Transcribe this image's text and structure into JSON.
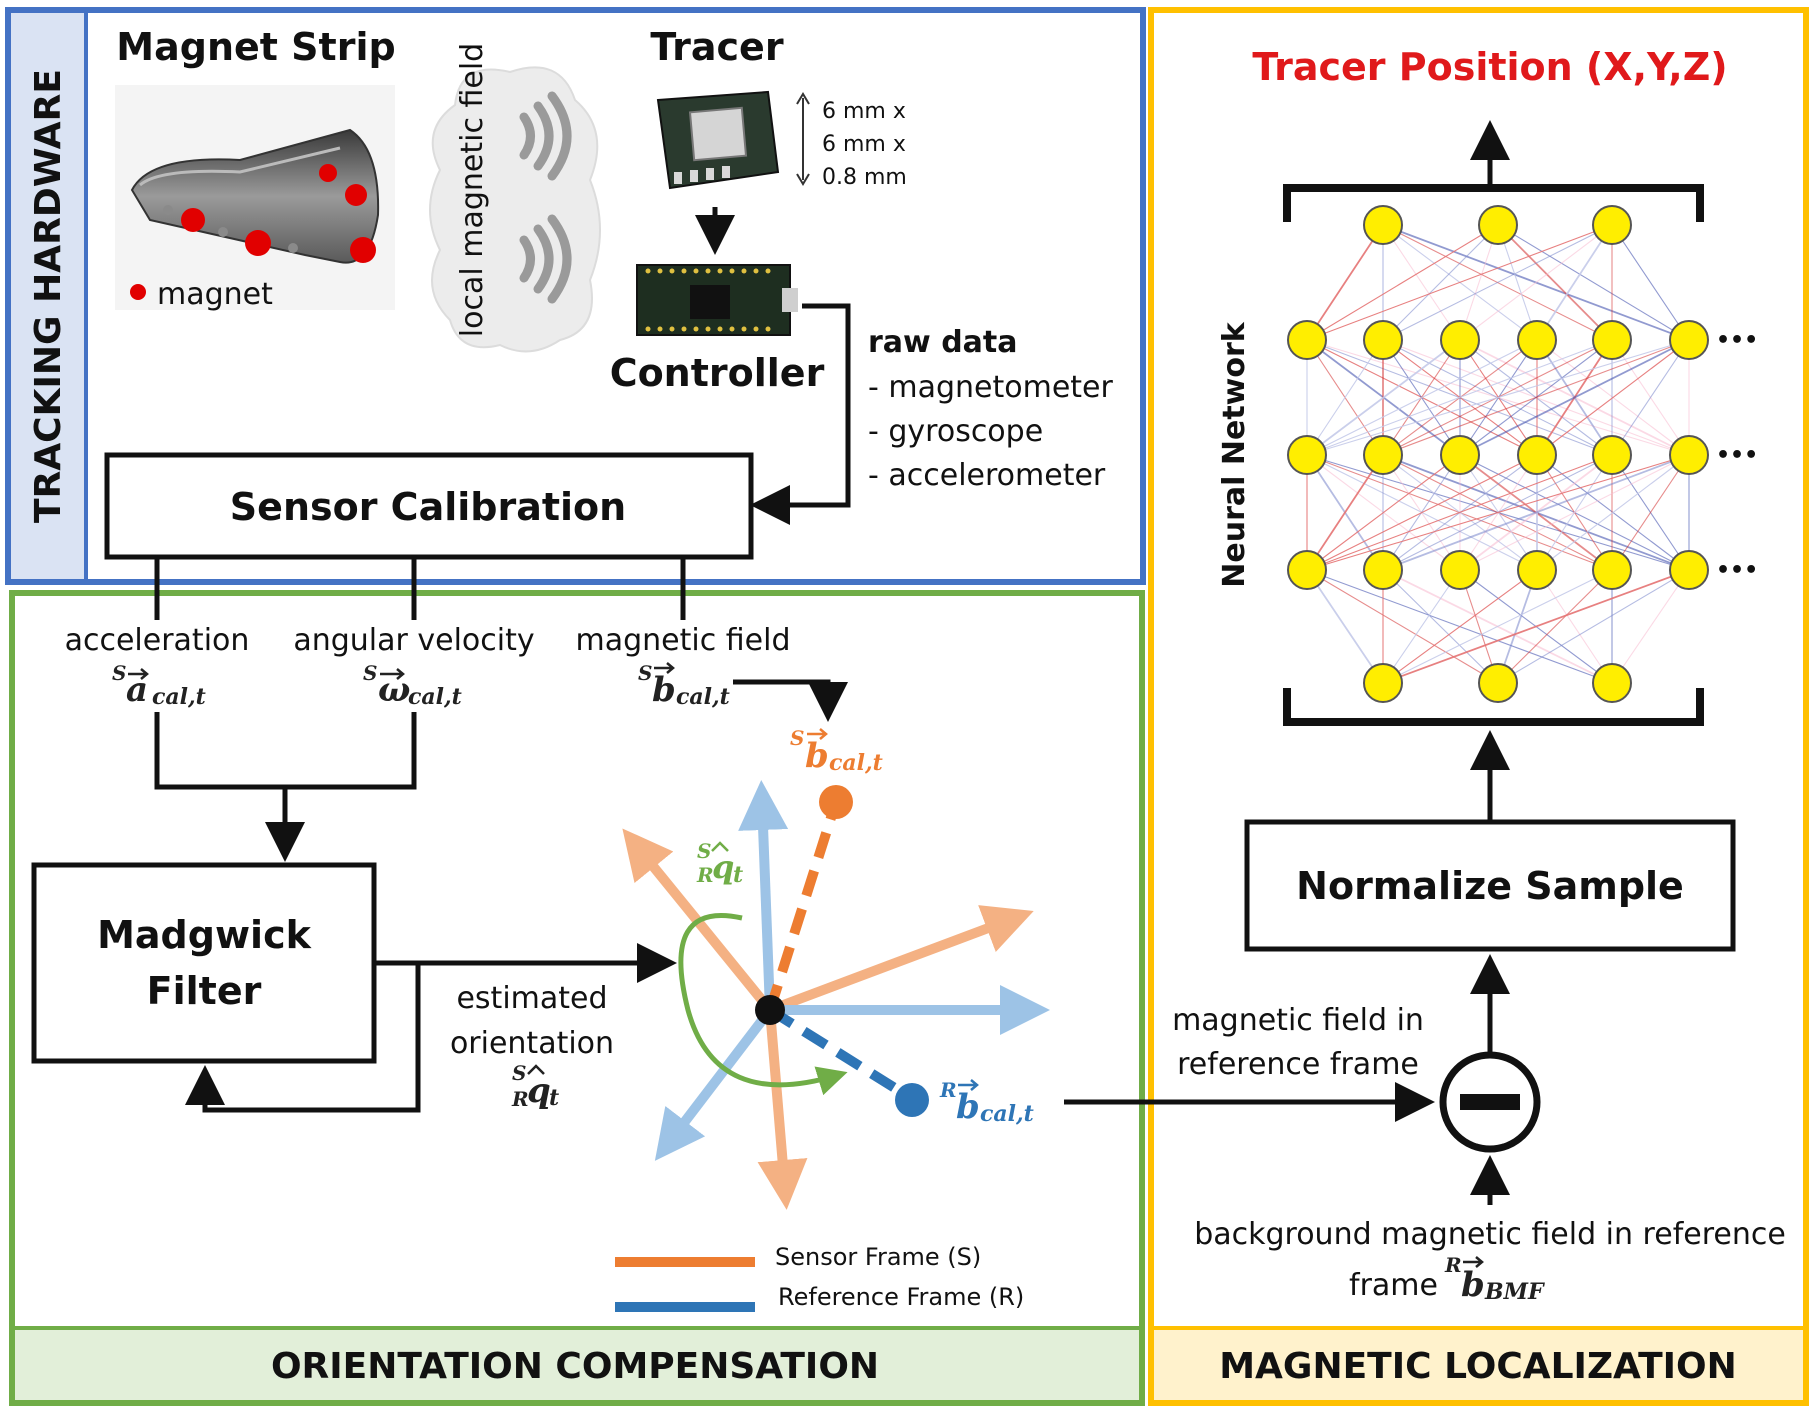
{
  "sections": {
    "tracking_hardware": "TRACKING HARDWARE",
    "orientation_compensation": "ORIENTATION COMPENSATION",
    "magnetic_localization": "MAGNETIC LOCALIZATION"
  },
  "hardware": {
    "magnet_strip_title": "Magnet Strip",
    "magnet_legend": "magnet",
    "local_field_label": "local magnetic field",
    "tracer_title": "Tracer",
    "tracer_dims": [
      "6 mm x",
      "6 mm x",
      "0.8 mm"
    ],
    "controller_label": "Controller",
    "raw_data_title": "raw data",
    "raw_data_items": [
      "- magnetometer",
      "- gyroscope",
      "- accelerometer"
    ],
    "sensor_calibration": "Sensor Calibration"
  },
  "orientation": {
    "acceleration_label": "acceleration",
    "acceleration_symbol": "S a cal,t",
    "angular_velocity_label": "angular velocity",
    "angular_velocity_symbol": "S ω cal,t",
    "magnetic_field_label": "magnetic field",
    "magnetic_field_symbol": "S b cal,t",
    "madgwick_line1": "Madgwick",
    "madgwick_line2": "Filter",
    "estimated_line1": "estimated",
    "estimated_line2": "orientation",
    "quaternion_symbol": "S R q t",
    "sensor_b_symbol": "S b cal,t",
    "reference_b_symbol": "R b cal,t",
    "frame_quaternion_symbol": "S R q t",
    "legend_sensor": "Sensor Frame (S)",
    "legend_reference": "Reference Frame (R)"
  },
  "localization": {
    "output_title": "Tracer Position (X,Y,Z)",
    "nn_label": "Neural Network",
    "ellipsis": "•••",
    "normalize": "Normalize Sample",
    "ref_field_line1": "magnetic field in",
    "ref_field_line2": "reference frame",
    "bg_line1": "background magnetic field in reference",
    "bg_line2": "frame",
    "bg_symbol": "R b BMF"
  },
  "colors": {
    "hardware_border": "#4472c4",
    "orientation_border": "#70ad47",
    "localization_border": "#ffc000",
    "sensor_frame": "#f4b183",
    "sensor_frame_dark": "#ed7d31",
    "reference_frame": "#9dc3e6",
    "reference_frame_dark": "#2e75b6",
    "quaternion_green": "#70ad47",
    "neuron": "#ffee00",
    "title_red": "#e0191b"
  }
}
